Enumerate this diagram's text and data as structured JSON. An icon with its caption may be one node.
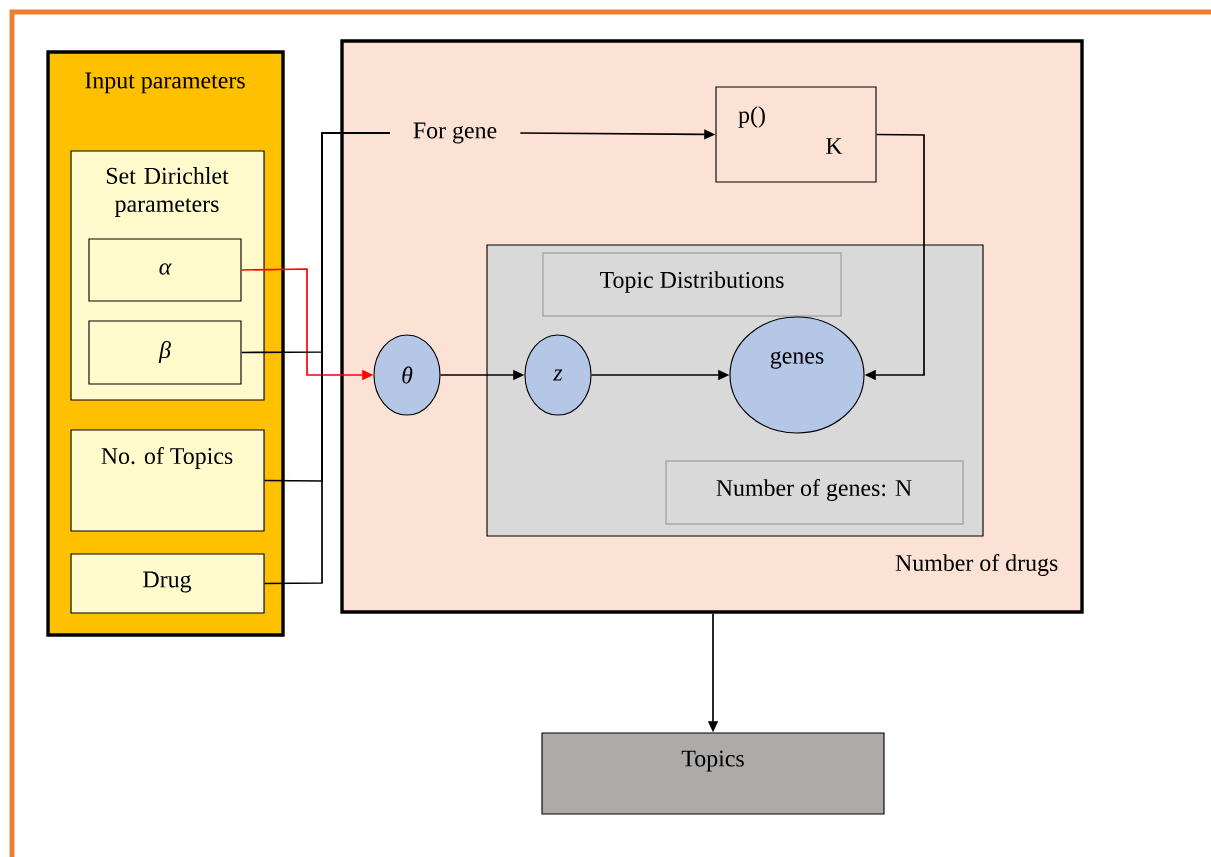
{
  "diagram": {
    "nodes": [
      {
        "text": [
          "Input parameters"
        ]
      },
      {
        "text": [
          "Set Dirichlet parameters"
        ],
        "in": 0
      },
      {
        "text": [
          "α"
        ],
        "in": 1
      },
      {
        "text": [
          "β"
        ],
        "in": 1
      },
      {
        "text": [
          "No. of Topics"
        ],
        "in": 0
      },
      {
        "text": [
          "Drug"
        ],
        "in": 0
      },
      {
        "text": [
          "Number of drugs"
        ]
      },
      {
        "text": [
          "For gene"
        ],
        "in": 6
      },
      {
        "text": [
          "p()",
          "K"
        ],
        "in": 6
      },
      {
        "text": [],
        "shape": "box",
        "in": 6
      },
      {
        "text": [
          "Topic Distributions"
        ],
        "in": 9
      },
      {
        "text": [
          "θ"
        ],
        "in": 6
      },
      {
        "text": [
          "z"
        ],
        "in": 9
      },
      {
        "text": [
          "genes"
        ],
        "in": 9
      },
      {
        "text": [
          "Number of genes: N"
        ],
        "in": 9
      },
      {
        "text": [
          "Topics"
        ]
      }
    ],
    "edges": [
      {
        "from": 2,
        "to": 11,
        "arrow": "to",
        "color": "#ff0000"
      },
      {
        "from": 3,
        "to": 7,
        "arrow": "none"
      },
      {
        "from": 4,
        "to": 7,
        "arrow": "none"
      },
      {
        "from": 5,
        "to": 7,
        "arrow": "none"
      },
      {
        "from": 7,
        "to": 8,
        "arrow": "to"
      },
      {
        "from": 8,
        "to": 13,
        "arrow": "to"
      },
      {
        "from": 11,
        "to": 12,
        "arrow": "to"
      },
      {
        "from": 12,
        "to": 13,
        "arrow": "to"
      },
      {
        "from": 6,
        "to": 15,
        "arrow": "to"
      }
    ]
  }
}
